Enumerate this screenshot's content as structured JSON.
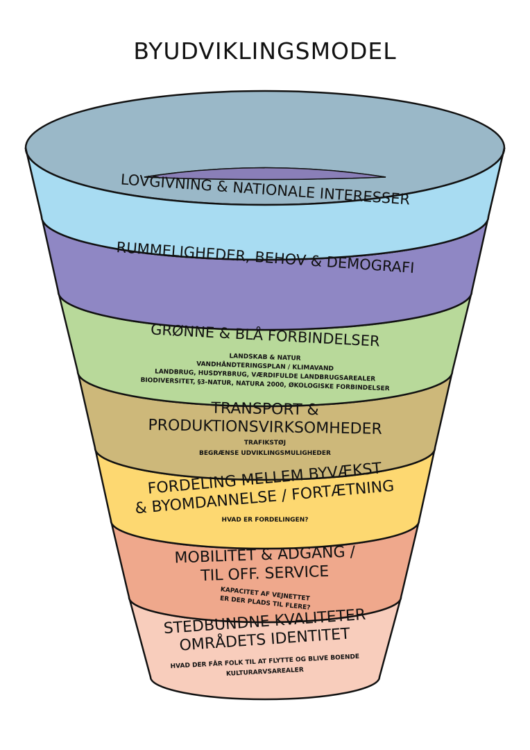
{
  "title": "BYUDVIKLINGSMODEL",
  "bands": [
    {
      "color": "#a8dcf2",
      "title_lines": [
        "LOVGIVNING & NATIONALE INTERESSER"
      ],
      "sub_lines": []
    },
    {
      "color": "#8f87c4",
      "title_lines": [
        "RUMMELIGHEDER, BEHOV & DEMOGRAFI"
      ],
      "sub_lines": []
    },
    {
      "color": "#b8d99a",
      "title_lines": [
        "GRØNNE & BLÅ FORBINDELSER"
      ],
      "sub_lines": [
        "LANDSKAB & NATUR",
        "VANDHÅNDTERINGSPLAN / KLIMAVAND",
        "LANDBRUG, HUSDYRBRUG, VÆRDIFULDE LANDBRUGSAREALER",
        "BIODIVERSITET, §3-NATUR, NATURA 2000, ØKOLOGISKE FORBINDELSER"
      ]
    },
    {
      "color": "#cdb87a",
      "title_lines": [
        "TRANSPORT &",
        "PRODUKTIONSVIRKSOMHEDER"
      ],
      "sub_lines": [
        "TRAFIKSTØJ",
        "BEGRÆNSE UDVIKLINGSMULIGHEDER"
      ]
    },
    {
      "color": "#fdd871",
      "title_lines": [
        "FORDELING MELLEM BYVÆKST",
        "& BYOMDANNELSE / FORTÆTNING"
      ],
      "sub_lines": [
        "HVAD ER FORDELINGEN?"
      ]
    },
    {
      "color": "#efa88c",
      "title_lines": [
        "MOBILITET & ADGANG /",
        "TIL OFF. SERVICE"
      ],
      "sub_lines": [
        "KAPACITET AF VEJNETTET",
        "ER DER PLADS TIL FLERE?"
      ]
    },
    {
      "color": "#f8cdbc",
      "title_lines": [
        "STEDBUNDNE KVALITETER",
        "OMRÅDETS IDENTITET"
      ],
      "sub_lines": [
        "HVAD DER FÅR FOLK TIL AT FLYTTE OG BLIVE BOENDE",
        "KULTURARVSAREALER"
      ]
    }
  ],
  "colors": {
    "rim_interior": "#9ab8c8",
    "inner_cavity": "#8a7fb8",
    "outline": "#111111"
  }
}
